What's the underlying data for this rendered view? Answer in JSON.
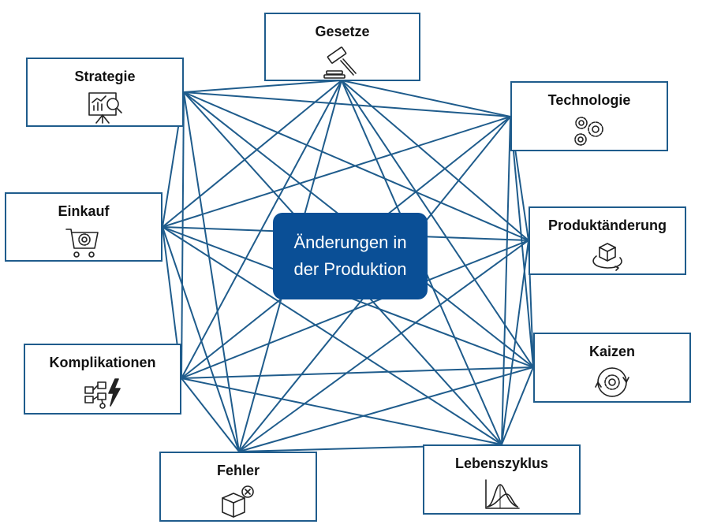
{
  "center": {
    "line1": "Änderungen in",
    "line2": "der Produktion",
    "fill_color": "#0a4f96"
  },
  "line_color": "#1f5c8c",
  "nodes": [
    {
      "id": "gesetze",
      "label": "Gesetze",
      "icon": "gavel-icon"
    },
    {
      "id": "strategie",
      "label": "Strategie",
      "icon": "presentation-analysis-icon"
    },
    {
      "id": "technologie",
      "label": "Technologie",
      "icon": "gears-icon"
    },
    {
      "id": "einkauf",
      "label": "Einkauf",
      "icon": "shopping-cart-gear-icon"
    },
    {
      "id": "produktaenderung",
      "label": "Produktänderung",
      "icon": "rotating-cube-icon"
    },
    {
      "id": "komplikationen",
      "label": "Komplikationen",
      "icon": "flowchart-lightning-icon"
    },
    {
      "id": "kaizen",
      "label": "Kaizen",
      "icon": "cycle-gear-icon"
    },
    {
      "id": "fehler",
      "label": "Fehler",
      "icon": "box-error-icon"
    },
    {
      "id": "lebenszyklus",
      "label": "Lebenszyklus",
      "icon": "distribution-curve-icon"
    }
  ]
}
